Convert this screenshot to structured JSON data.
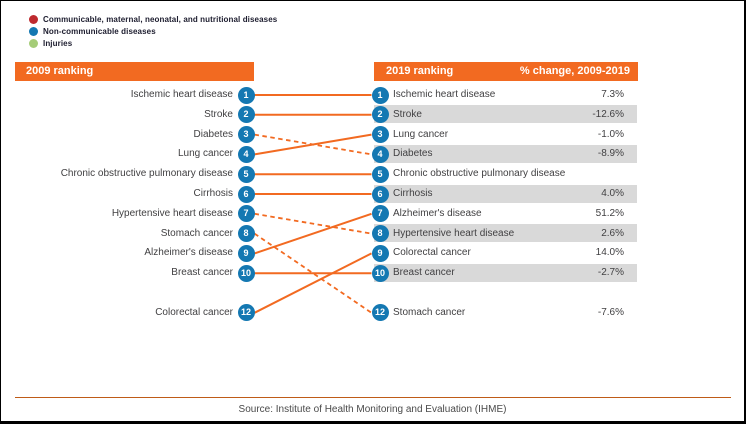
{
  "legend": {
    "items": [
      {
        "label": "Communicable, maternal, neonatal, and nutritional diseases",
        "color": "#be2a2e"
      },
      {
        "label": "Non-communicable diseases",
        "color": "#1478b2"
      },
      {
        "label": "Injuries",
        "color": "#a5cc78"
      }
    ]
  },
  "left_panel": {
    "header": "2009 ranking",
    "entries": [
      {
        "rank": 1,
        "label": "Ischemic heart disease"
      },
      {
        "rank": 2,
        "label": "Stroke"
      },
      {
        "rank": 3,
        "label": "Diabetes"
      },
      {
        "rank": 4,
        "label": "Lung cancer"
      },
      {
        "rank": 5,
        "label": "Chronic obstructive pulmonary disease"
      },
      {
        "rank": 6,
        "label": "Cirrhosis"
      },
      {
        "rank": 7,
        "label": "Hypertensive heart disease"
      },
      {
        "rank": 8,
        "label": "Stomach cancer"
      },
      {
        "rank": 9,
        "label": "Alzheimer's disease"
      },
      {
        "rank": 10,
        "label": "Breast cancer"
      },
      {
        "rank": 12,
        "label": "Colorectal cancer"
      }
    ]
  },
  "right_panel": {
    "header": "2019 ranking",
    "change_header": "% change, 2009-2019",
    "entries": [
      {
        "rank": 1,
        "label": "Ischemic heart disease",
        "change": "7.3%",
        "shaded": false
      },
      {
        "rank": 2,
        "label": "Stroke",
        "change": "-12.6%",
        "shaded": true
      },
      {
        "rank": 3,
        "label": "Lung cancer",
        "change": "-1.0%",
        "shaded": false
      },
      {
        "rank": 4,
        "label": "Diabetes",
        "change": "-8.9%",
        "shaded": true
      },
      {
        "rank": 5,
        "label": "Chronic obstructive pulmonary disease",
        "change": "",
        "shaded": false
      },
      {
        "rank": 6,
        "label": "Cirrhosis",
        "change": "4.0%",
        "shaded": true
      },
      {
        "rank": 7,
        "label": "Alzheimer's disease",
        "change": "51.2%",
        "shaded": false
      },
      {
        "rank": 8,
        "label": "Hypertensive heart disease",
        "change": "2.6%",
        "shaded": true
      },
      {
        "rank": 9,
        "label": "Colorectal cancer",
        "change": "14.0%",
        "shaded": false
      },
      {
        "rank": 10,
        "label": "Breast cancer",
        "change": "-2.7%",
        "shaded": true
      },
      {
        "rank": 12,
        "label": "Stomach cancer",
        "change": "-7.6%",
        "shaded": false
      }
    ]
  },
  "connections": [
    {
      "from": 1,
      "to": 1,
      "style": "solid"
    },
    {
      "from": 2,
      "to": 2,
      "style": "solid"
    },
    {
      "from": 3,
      "to": 4,
      "style": "dashed"
    },
    {
      "from": 4,
      "to": 3,
      "style": "solid"
    },
    {
      "from": 5,
      "to": 5,
      "style": "solid"
    },
    {
      "from": 6,
      "to": 6,
      "style": "solid"
    },
    {
      "from": 7,
      "to": 8,
      "style": "dashed"
    },
    {
      "from": 8,
      "to": 12,
      "style": "dashed"
    },
    {
      "from": 9,
      "to": 7,
      "style": "solid"
    },
    {
      "from": 10,
      "to": 10,
      "style": "solid"
    },
    {
      "from": 12,
      "to": 9,
      "style": "solid"
    }
  ],
  "footer": {
    "source": "Source: Institute of Health Monitoring and Evaluation (IHME)"
  },
  "colors": {
    "accent_orange": "#f26a21",
    "circle_blue": "#1478b2",
    "shaded_row": "#d9d9d9",
    "footer_rule": "#bf5b17"
  },
  "chart_data": {
    "type": "table",
    "columns": [
      "2009 ranking",
      "2019 ranking",
      "% change, 2009-2019"
    ],
    "legend": [
      "Communicable, maternal, neonatal, and nutritional diseases",
      "Non-communicable diseases",
      "Injuries"
    ],
    "ranking_2009": [
      {
        "rank": 1,
        "cause": "Ischemic heart disease"
      },
      {
        "rank": 2,
        "cause": "Stroke"
      },
      {
        "rank": 3,
        "cause": "Diabetes"
      },
      {
        "rank": 4,
        "cause": "Lung cancer"
      },
      {
        "rank": 5,
        "cause": "Chronic obstructive pulmonary disease"
      },
      {
        "rank": 6,
        "cause": "Cirrhosis"
      },
      {
        "rank": 7,
        "cause": "Hypertensive heart disease"
      },
      {
        "rank": 8,
        "cause": "Stomach cancer"
      },
      {
        "rank": 9,
        "cause": "Alzheimer's disease"
      },
      {
        "rank": 10,
        "cause": "Breast cancer"
      },
      {
        "rank": 12,
        "cause": "Colorectal cancer"
      }
    ],
    "ranking_2019": [
      {
        "rank": 1,
        "cause": "Ischemic heart disease",
        "pct_change_2009_2019": 7.3
      },
      {
        "rank": 2,
        "cause": "Stroke",
        "pct_change_2009_2019": -12.6
      },
      {
        "rank": 3,
        "cause": "Lung cancer",
        "pct_change_2009_2019": -1.0
      },
      {
        "rank": 4,
        "cause": "Diabetes",
        "pct_change_2009_2019": -8.9
      },
      {
        "rank": 5,
        "cause": "Chronic obstructive pulmonary disease",
        "pct_change_2009_2019": null
      },
      {
        "rank": 6,
        "cause": "Cirrhosis",
        "pct_change_2009_2019": 4.0
      },
      {
        "rank": 7,
        "cause": "Alzheimer's disease",
        "pct_change_2009_2019": 51.2
      },
      {
        "rank": 8,
        "cause": "Hypertensive heart disease",
        "pct_change_2009_2019": 2.6
      },
      {
        "rank": 9,
        "cause": "Colorectal cancer",
        "pct_change_2009_2019": 14.0
      },
      {
        "rank": 10,
        "cause": "Breast cancer",
        "pct_change_2009_2019": -2.7
      },
      {
        "rank": 12,
        "cause": "Stomach cancer",
        "pct_change_2009_2019": -7.6
      }
    ],
    "layout_hints": "Slope/bump ranking chart; rank 11 not shown; dashed orange connectors = rank worsened, solid orange connectors = rank same or improved; all rank badges use the non-communicable diseases blue; alternating gray bands on 2019 table rows"
  }
}
